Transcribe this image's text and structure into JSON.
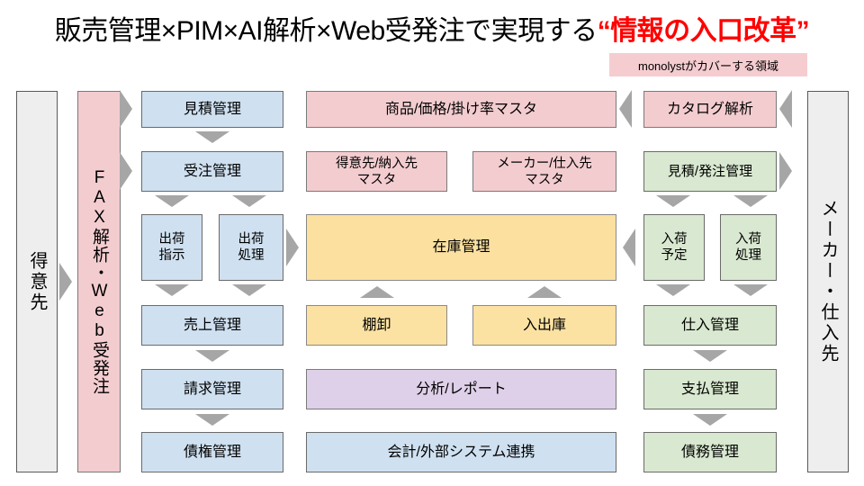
{
  "title": {
    "main": "販売管理×PIM×AI解析×Web受発注で実現する",
    "highlight": "“情報の入口改革”"
  },
  "legend": {
    "label": "monolystがカバーする領域",
    "color": "#f5cdd0"
  },
  "colors": {
    "gray": "#eeeeee",
    "pink": "#f3cccf",
    "blue": "#cfe0f0",
    "green": "#d9e8d0",
    "yellow": "#fce2a2",
    "purple": "#ded0e8",
    "arrow": "#a6a6a6",
    "title_highlight": "#ff0000"
  },
  "columns": {
    "left_customer": "得意先",
    "left_fax": "FAX解析・Web受発注",
    "right_supplier": "メーカー・仕入先"
  },
  "flow": {
    "sales_column": [
      {
        "label": "見積管理",
        "color": "blue"
      },
      {
        "label": "受注管理",
        "color": "blue"
      },
      {
        "label": "出荷指示",
        "color": "blue"
      },
      {
        "label": "出荷処理",
        "color": "blue"
      },
      {
        "label": "売上管理",
        "color": "blue"
      },
      {
        "label": "請求管理",
        "color": "blue"
      },
      {
        "label": "債権管理",
        "color": "blue"
      }
    ],
    "center_column": [
      {
        "label": "商品/価格/掛け率マスタ",
        "color": "pink"
      },
      {
        "label": "得意先/納入先マスタ",
        "color": "pink"
      },
      {
        "label": "メーカー/仕入先マスタ",
        "color": "pink"
      },
      {
        "label": "在庫管理",
        "color": "orange"
      },
      {
        "label": "棚卸",
        "color": "yellow"
      },
      {
        "label": "入出庫",
        "color": "yellow"
      },
      {
        "label": "分析/レポート",
        "color": "purple"
      },
      {
        "label": "会計/外部システム連携",
        "color": "blue"
      }
    ],
    "purchase_column": [
      {
        "label": "カタログ解析",
        "color": "pink"
      },
      {
        "label": "見積/発注管理",
        "color": "green"
      },
      {
        "label": "入荷予定",
        "color": "green"
      },
      {
        "label": "入荷処理",
        "color": "green"
      },
      {
        "label": "仕入管理",
        "color": "green"
      },
      {
        "label": "支払管理",
        "color": "green"
      },
      {
        "label": "債務管理",
        "color": "green"
      }
    ]
  },
  "master_boxes": {
    "customer_master_line1": "得意先/納入先",
    "customer_master_line2": "マスタ",
    "maker_master_line1": "メーカー/仕入先",
    "maker_master_line2": "マスタ",
    "ship_instruct_line1": "出荷",
    "ship_instruct_line2": "指示",
    "ship_process_line1": "出荷",
    "ship_process_line2": "処理",
    "arrive_plan_line1": "入荷",
    "arrive_plan_line2": "予定",
    "arrive_process_line1": "入荷",
    "arrive_process_line2": "処理"
  }
}
